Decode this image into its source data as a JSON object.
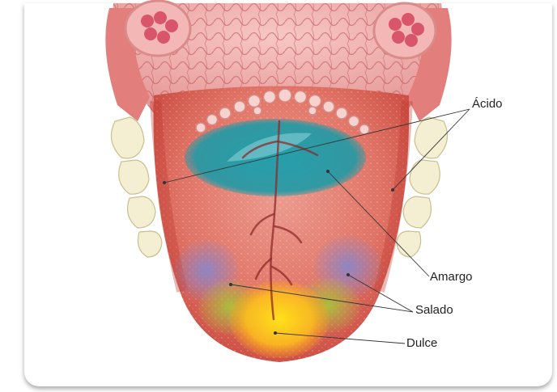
{
  "figure": {
    "labels": {
      "acido": "Ácido",
      "amargo": "Amargo",
      "salado": "Salado",
      "dulce": "Dulce"
    },
    "colors": {
      "label_text": "#222222",
      "tongue": "#d9534f",
      "tongue_light": "#e98a7f",
      "bitter_zone": "#1e9aa6",
      "sour_zone": "#8a86c9",
      "salty_zone": "#9bbd3a",
      "sweet_zone": "#ffd21a",
      "teeth": "#f4efd3"
    }
  }
}
